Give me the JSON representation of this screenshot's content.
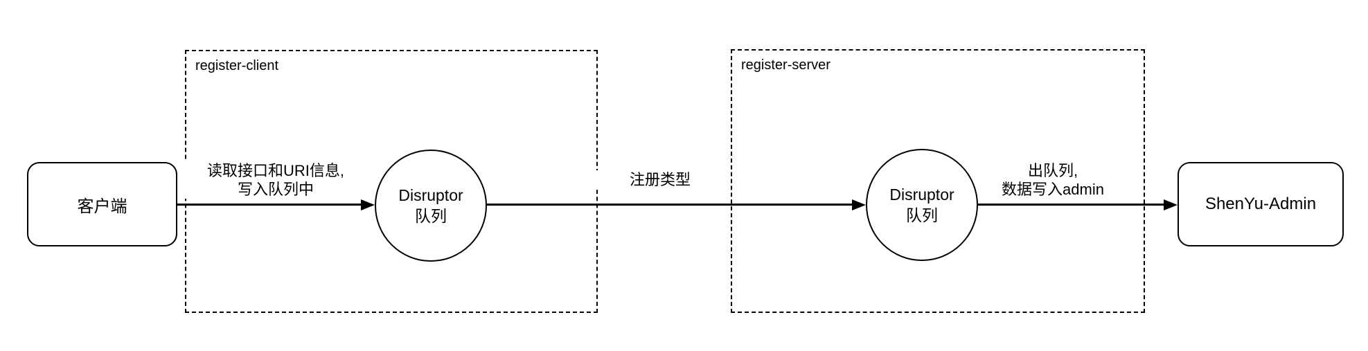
{
  "diagram": {
    "background_color": "#ffffff",
    "stroke_color": "#000000",
    "groups": {
      "register_client": {
        "label": "register-client"
      },
      "register_server": {
        "label": "register-server"
      }
    },
    "nodes": {
      "client": {
        "label": "客户端"
      },
      "disruptor_queue_1": {
        "line1": "Disruptor",
        "line2": "队列"
      },
      "disruptor_queue_2": {
        "line1": "Disruptor",
        "line2": "队列"
      },
      "admin": {
        "label": "ShenYu-Admin"
      }
    },
    "edges": {
      "client_to_queue1": {
        "line1": "读取接口和URI信息,",
        "line2": "写入队列中"
      },
      "queue1_to_queue2": {
        "label": "注册类型"
      },
      "queue2_to_admin": {
        "line1": "出队列,",
        "line2": "数据写入admin"
      }
    }
  }
}
